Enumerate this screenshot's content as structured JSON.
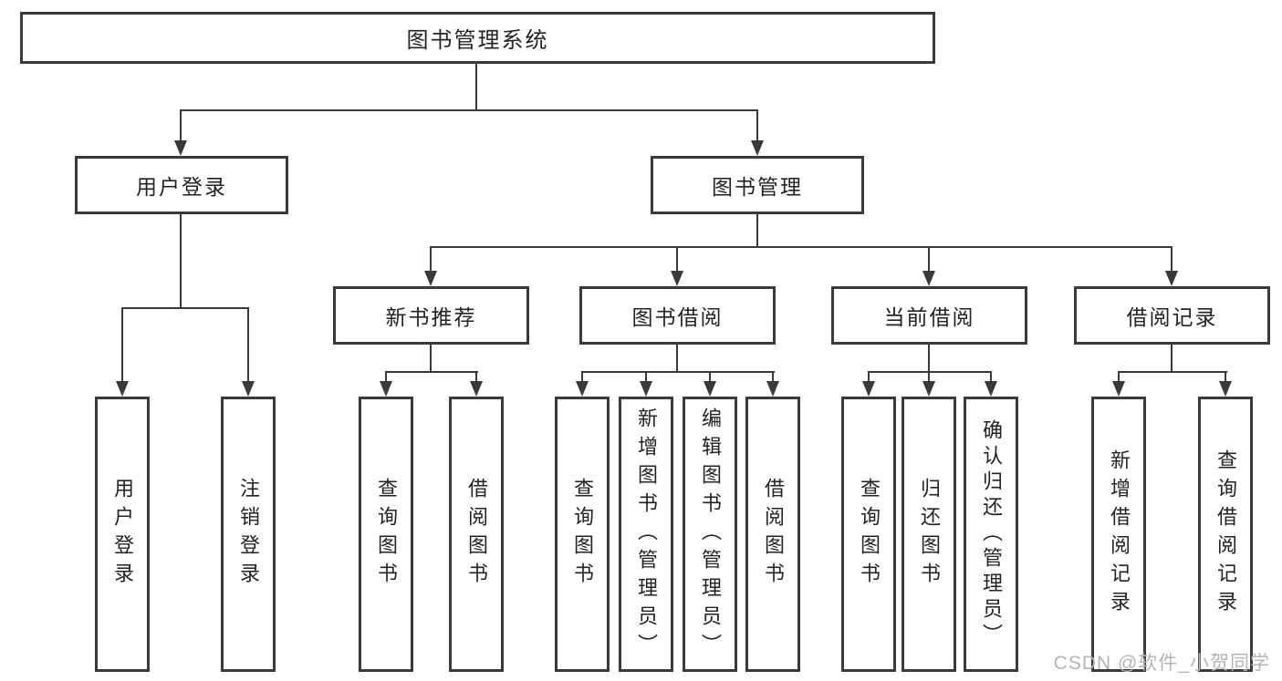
{
  "colors": {
    "line": "#3a3a3a",
    "text": "#232323",
    "watermark": "#b5b5b5"
  },
  "watermark": "CSDN @软件_小贺同学",
  "tree": {
    "root": {
      "label": "图书管理系统"
    },
    "branches": [
      {
        "label": "用户登录",
        "children": [
          {
            "label": "用户登录"
          },
          {
            "label": "注销登录"
          }
        ]
      },
      {
        "label": "图书管理",
        "children": [
          {
            "label": "新书推荐",
            "children": [
              {
                "label": "查询图书"
              },
              {
                "label": "借阅图书"
              }
            ]
          },
          {
            "label": "图书借阅",
            "children": [
              {
                "label": "查询图书"
              },
              {
                "label": "新增图书（管理员）"
              },
              {
                "label": "编辑图书（管理员）"
              },
              {
                "label": "借阅图书"
              }
            ]
          },
          {
            "label": "当前借阅",
            "children": [
              {
                "label": "查询图书"
              },
              {
                "label": "归还图书"
              },
              {
                "label": "确认归还（管理员）"
              }
            ]
          },
          {
            "label": "借阅记录",
            "children": [
              {
                "label": "新增借阅记录"
              },
              {
                "label": "查询借阅记录"
              }
            ]
          }
        ]
      }
    ]
  }
}
